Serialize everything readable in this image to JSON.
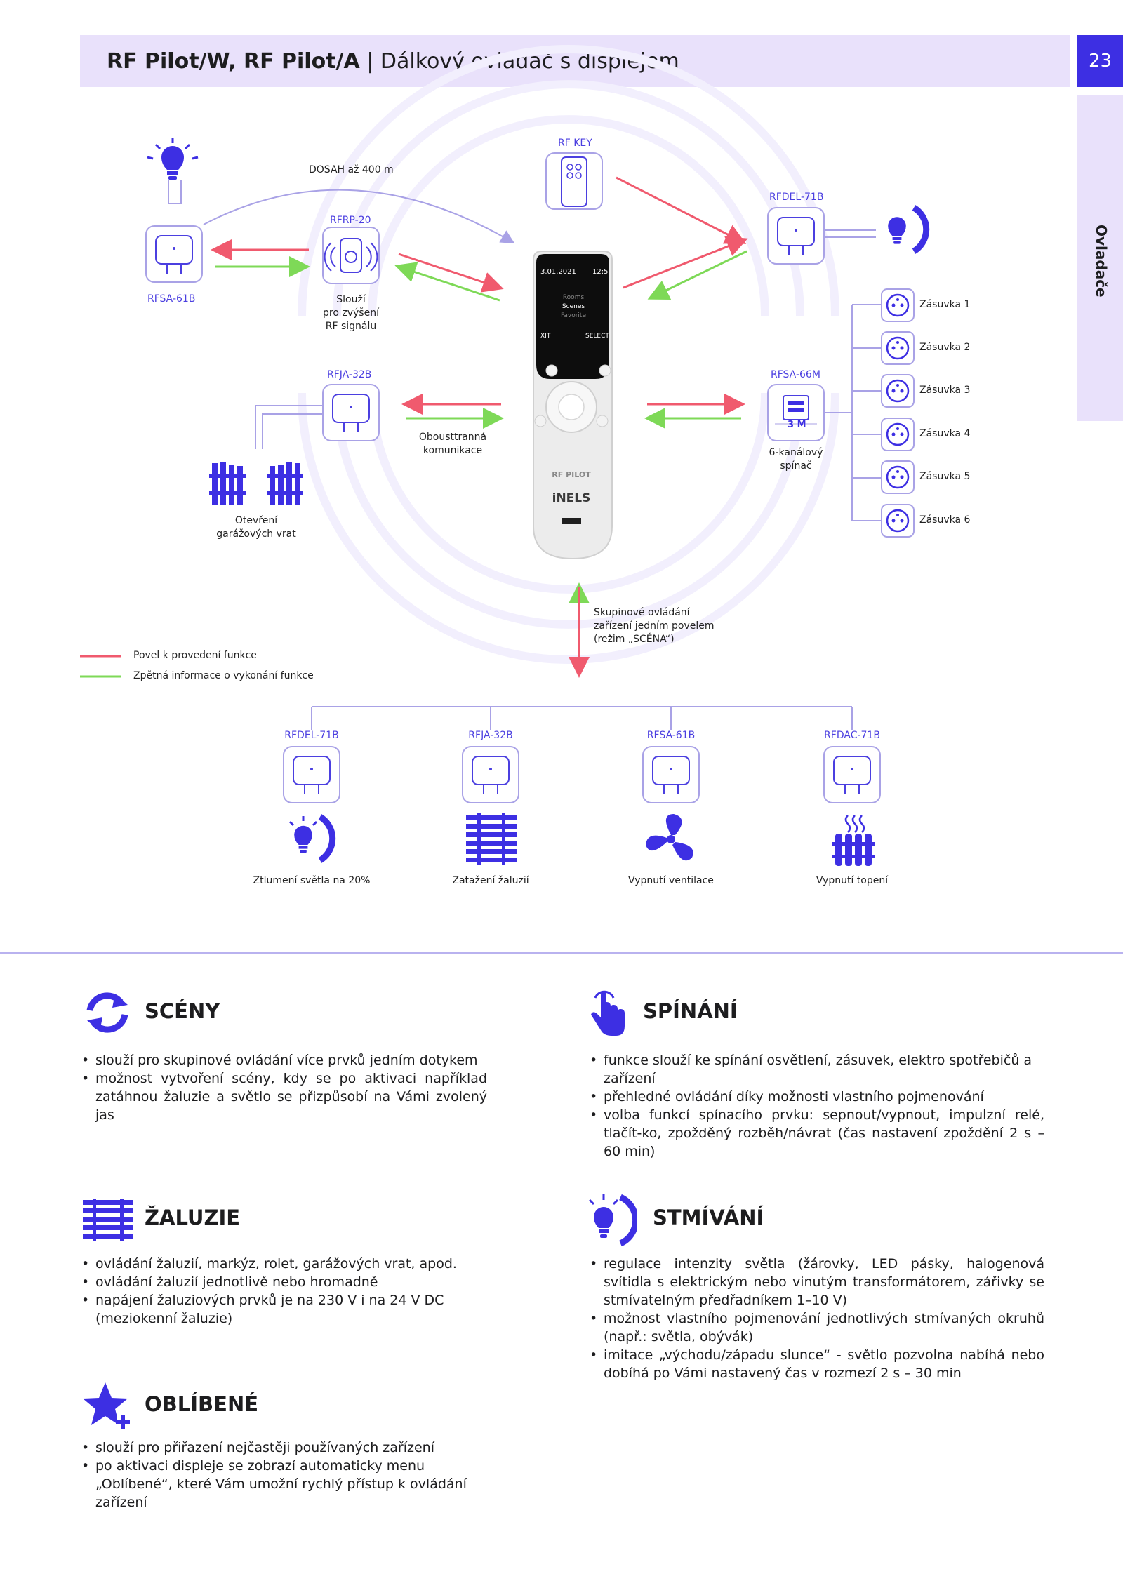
{
  "header": {
    "title_bold": "RF Pilot/W, RF Pilot/A",
    "title_sep": "|",
    "title_rest": "Dálkový ovladač s displejem",
    "page_number": "23",
    "side_tab": "Ovladače"
  },
  "colors": {
    "accent": "#3d2fe3",
    "tint": "#e9e1fb",
    "command": "#f05a6e",
    "feedback": "#7ed957"
  },
  "diagram": {
    "rf_key": "RF KEY",
    "range": "DOSAH až 400 m",
    "rfsa61b_top": "RFSA-61B",
    "rfrp20": "RFRP-20",
    "rfrp20_desc": [
      "Slouží",
      "pro zvýšení",
      "RF signálu"
    ],
    "rfdel71b_top": "RFDEL-71B",
    "rfja32b_left": "RFJA-32B",
    "bidirectional": [
      "Obousttranná",
      "komunikace"
    ],
    "garage": [
      "Otevření",
      "garážových vrat"
    ],
    "rfsa66m": "RFSA-66M",
    "rfsa66m_badge": "3 M",
    "rfsa66m_desc": [
      "6-kanálový",
      "spínač"
    ],
    "sockets": [
      "Zásuvka 1",
      "Zásuvka 2",
      "Zásuvka 3",
      "Zásuvka 4",
      "Zásuvka 5",
      "Zásuvka 6"
    ],
    "remote_screen": {
      "date": "3.01.2021",
      "time": "12:5",
      "menu": [
        "Rooms",
        "Scenes",
        "Favorite"
      ],
      "exit": "XIT",
      "select": "SELECT"
    },
    "remote_brand": "RF PILOT",
    "remote_logo": "iNELS",
    "scene_note": [
      "Skupinové ovládání",
      "zařízení jedním povelem",
      "(režim „SCÉNA“)"
    ],
    "legend": [
      "Povel k provedení funkce",
      "Zpětná informace o vykonání funkce"
    ],
    "bottom_devices": [
      {
        "name": "RFDEL-71B",
        "caption": "Ztlumení světla na 20%",
        "icon": "dimmer-bulb-icon"
      },
      {
        "name": "RFJA-32B",
        "caption": "Zatažení žaluzií",
        "icon": "blinds-icon"
      },
      {
        "name": "RFSA-61B",
        "caption": "Vypnutí ventilace",
        "icon": "fan-icon"
      },
      {
        "name": "RFDAC-71B",
        "caption": "Vypnutí topení",
        "icon": "radiator-icon"
      }
    ]
  },
  "sections": {
    "sceny": {
      "title": "SCÉNY",
      "items": [
        "slouží pro skupinové ovládání více prvků jedním dotykem",
        "možnost vytvoření scény, kdy se po aktivaci například zatáhnou žaluzie a světlo se přizpůsobí na Vámi zvolený jas"
      ]
    },
    "spinani": {
      "title": "SPÍNÁNÍ",
      "items": [
        "funkce slouží ke spínání osvětlení, zásuvek, elektro spotřebičů a zařízení",
        "přehledné ovládání díky možnosti vlastního pojmenování",
        "volba funkcí spínacího prvku: sepnout/vypnout, impulzní relé, tlačít-ko, zpožděný rozběh/návrat (čas nastavení zpoždění 2 s – 60 min)"
      ]
    },
    "zaluzie": {
      "title": "ŽALUZIE",
      "items": [
        "ovládání žaluzií, markýz, rolet, garážových vrat, apod.",
        "ovládání žaluzií jednotlivě nebo hromadně",
        "napájení žaluziových prvků je na 230 V i na 24 V DC (meziokenní žaluzie)"
      ]
    },
    "stmivani": {
      "title": "STMÍVÁNÍ",
      "items": [
        "regulace intenzity světla (žárovky, LED pásky, halogenová svítidla s elektrickým nebo vinutým transformátorem, zářivky se stmívatelným předřadníkem 1–10 V)",
        "možnost vlastního pojmenování jednotlivých stmívaných okruhů (např.: světla, obývák)",
        "imitace „východu/západu slunce“ - světlo pozvolna nabíhá nebo dobíhá po Vámi nastavený čas v rozmezí 2 s – 30 min"
      ]
    },
    "oblibene": {
      "title": "OBLÍBENÉ",
      "items": [
        "slouží pro přiřazení nejčastěji používaných zařízení",
        "po aktivaci displeje se zobrazí automaticky menu „Oblíbené“, které Vám umožní rychlý přístup k ovládání zařízení"
      ]
    }
  }
}
